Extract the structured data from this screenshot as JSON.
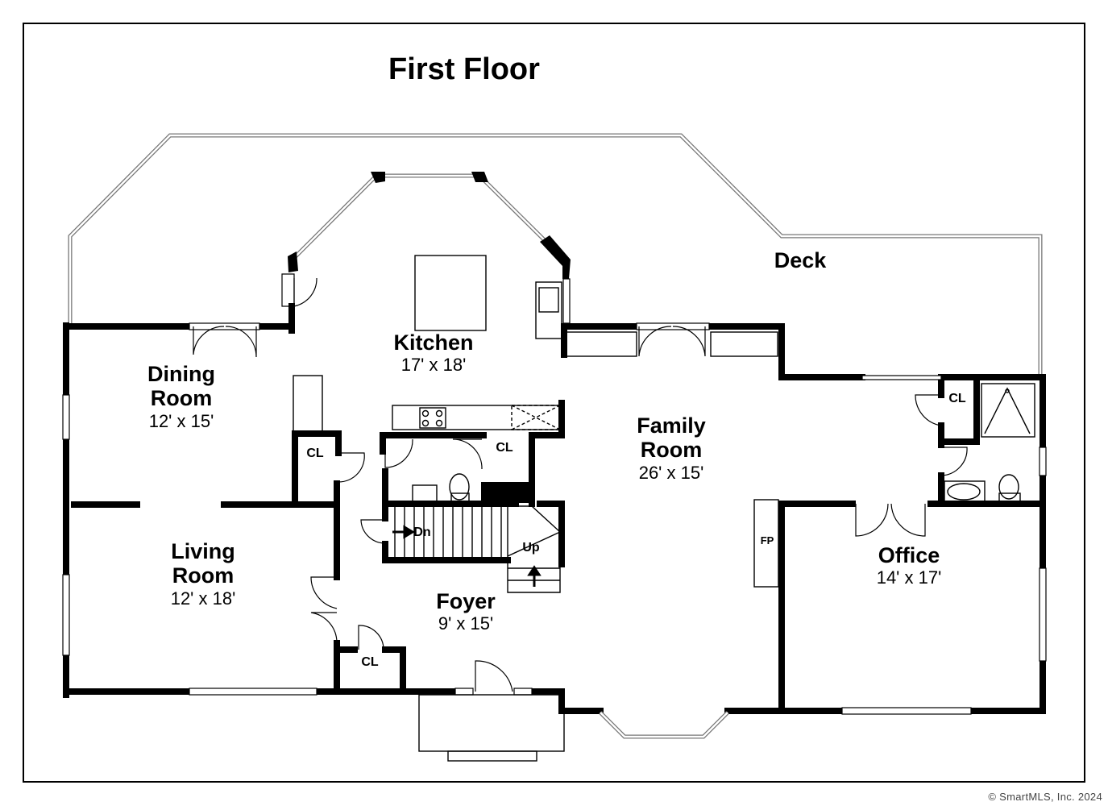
{
  "plan": {
    "title": "First Floor",
    "credit": "© SmartMLS, Inc.  2024",
    "rooms": {
      "deck": {
        "name": "Deck"
      },
      "kitchen": {
        "name": "Kitchen",
        "dims": "17' x 18'"
      },
      "dining": {
        "name1": "Dining",
        "name2": "Room",
        "dims": "12' x 15'"
      },
      "family": {
        "name1": "Family",
        "name2": "Room",
        "dims": "26' x 15'"
      },
      "living": {
        "name1": "Living",
        "name2": "Room",
        "dims": "12' x 18'"
      },
      "foyer": {
        "name": "Foyer",
        "dims": "9' x 15'"
      },
      "office": {
        "name": "Office",
        "dims": "14' x 17'"
      }
    },
    "labels": {
      "closet": "CL",
      "fireplace": "FP",
      "stairs_down": "Dn",
      "stairs_up": "Up"
    },
    "colors": {
      "walls": "#000000",
      "deck_outline": "#777777",
      "background": "#ffffff"
    }
  }
}
